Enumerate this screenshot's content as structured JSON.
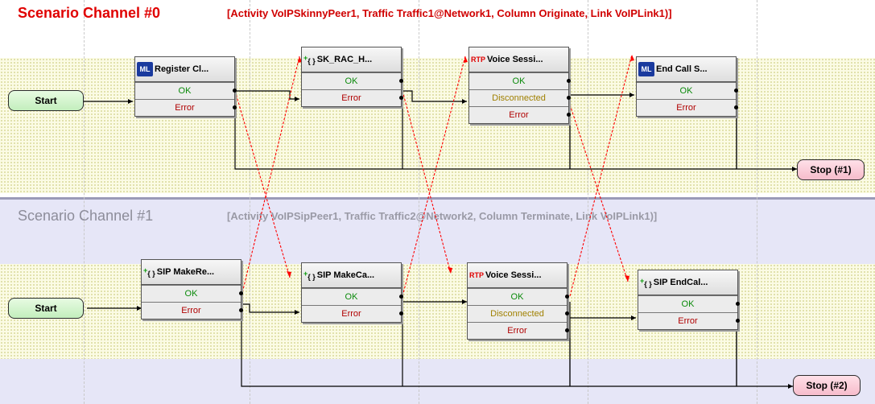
{
  "channel0": {
    "title": "Scenario Channel #0",
    "info": "[Activity VoIPSkinnyPeer1, Traffic Traffic1@Network1, Column Originate, Link VoIPLink1)]",
    "start": "Start",
    "stop": "Stop (#1)",
    "nodes": [
      {
        "name": "Register Cl...",
        "icon": "ML",
        "rows": [
          "OK",
          "Error"
        ]
      },
      {
        "name": "SK_RAC_H...",
        "icon": "{}",
        "rows": [
          "OK",
          "Error"
        ]
      },
      {
        "name": "Voice Sessi...",
        "icon": "RTP",
        "rows": [
          "OK",
          "Disconnected",
          "Error"
        ]
      },
      {
        "name": "End Call S...",
        "icon": "ML",
        "rows": [
          "OK",
          "Error"
        ]
      }
    ]
  },
  "channel1": {
    "title": "Scenario Channel #1",
    "info": "[Activity VoIPSipPeer1, Traffic Traffic2@Network2, Column Terminate, Link VoIPLink1)]",
    "start": "Start",
    "stop": "Stop (#2)",
    "nodes": [
      {
        "name": "SIP MakeRe...",
        "icon": "{}",
        "rows": [
          "OK",
          "Error"
        ]
      },
      {
        "name": "SIP MakeCa...",
        "icon": "{}",
        "rows": [
          "OK",
          "Error"
        ]
      },
      {
        "name": "Voice Sessi...",
        "icon": "RTP",
        "rows": [
          "OK",
          "Disconnected",
          "Error"
        ]
      },
      {
        "name": "SIP EndCal...",
        "icon": "{}",
        "rows": [
          "OK",
          "Error"
        ]
      }
    ]
  },
  "icons": {
    "ml": "ML",
    "brace": "{ }",
    "brace_plus": "+",
    "rtp": "RTP"
  },
  "colors": {
    "title0": "#e00000",
    "ok": "#0a8a0a",
    "error": "#b00000",
    "disconnected": "#a08000",
    "sync": "#ff0000"
  }
}
